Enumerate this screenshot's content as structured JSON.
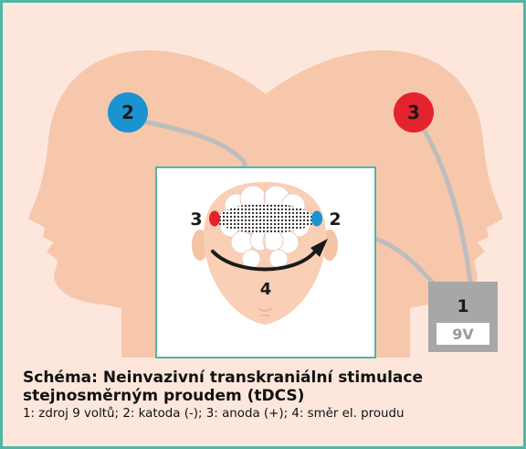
{
  "diagram": {
    "labels": {
      "cathode_big": "2",
      "anode_big": "3",
      "anode_small": "3",
      "cathode_small": "2",
      "current_direction": "4",
      "source_number": "1",
      "source_voltage": "9V"
    },
    "colors": {
      "background": "#fde7dd",
      "border": "#4fb7a4",
      "head": "#f7c7ac",
      "cathode": "#1a93d1",
      "anode": "#e3232e",
      "wire": "#bdbdbd",
      "battery": "#a7a7a7"
    }
  },
  "caption": {
    "title_line1": "Schéma: Neinvazivní transkraniální stimulace",
    "title_line2": "stejnosměrným proudem (tDCS)",
    "legend": "1: zdroj 9 voltů; 2: katoda (-); 3: anoda (+); 4: směr el. proudu"
  }
}
